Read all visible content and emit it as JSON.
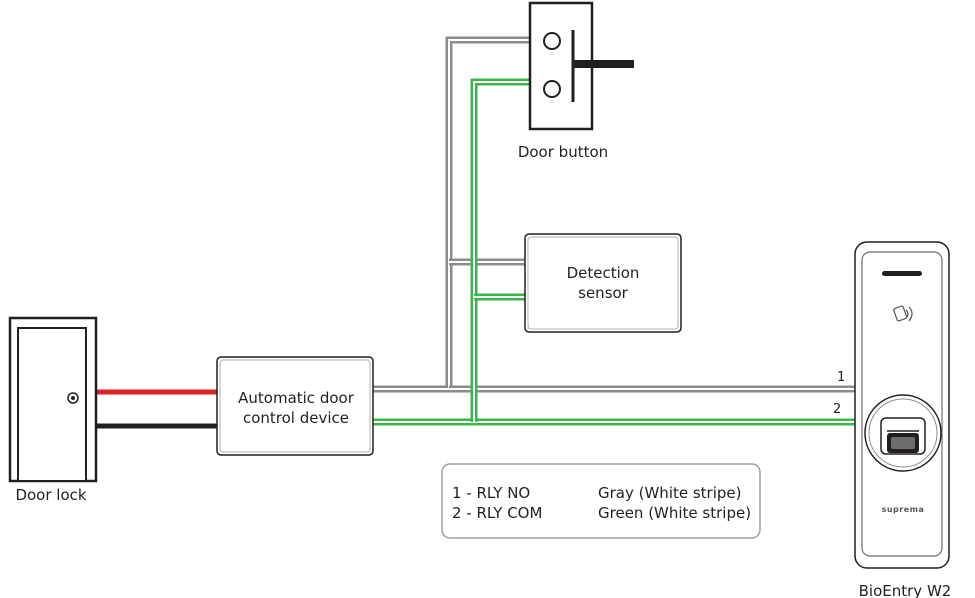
{
  "components": {
    "door_button": "Door button",
    "detection_sensor": [
      "Detection",
      "sensor"
    ],
    "control_device": [
      "Automatic door",
      "control device"
    ],
    "door_lock": "Door lock",
    "device": "BioEntry W2",
    "device_brand": "suprema"
  },
  "wire_numbers": [
    "1",
    "2"
  ],
  "legend": {
    "rows": [
      {
        "code": "1 - RLY NO",
        "color": "Gray (White stripe)"
      },
      {
        "code": "2 - RLY COM",
        "color": "Green (White stripe)"
      }
    ]
  },
  "colors": {
    "gray_wire": "#8c8c8c",
    "green_wire": "#3cb54a",
    "red_wire": "#e11f26",
    "black_wire": "#231f20"
  }
}
